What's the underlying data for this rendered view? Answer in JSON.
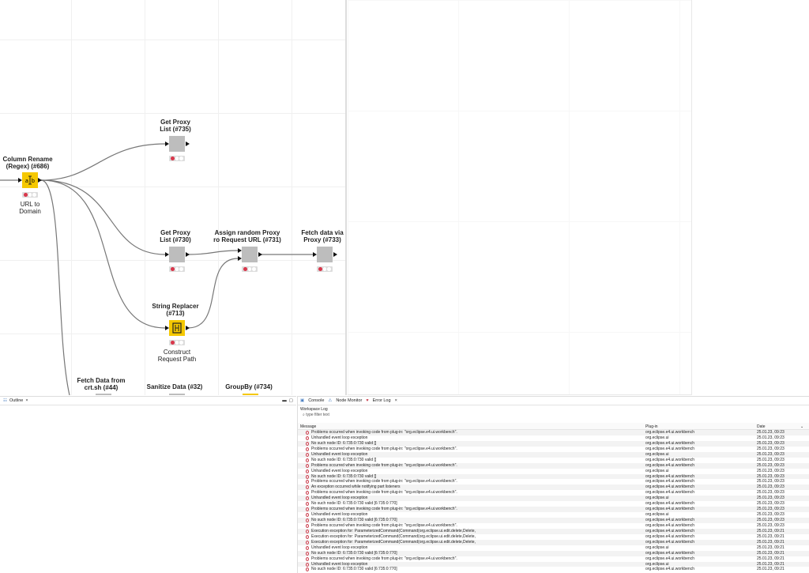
{
  "workflow": {
    "nodes": [
      {
        "id": "column-rename",
        "title": [
          "Column Rename",
          "(Regex) (#686)"
        ],
        "subtitle": [
          "URL to",
          "Domain"
        ],
        "color": "#f5c800",
        "icon": "column-rename-icon"
      },
      {
        "id": "get-proxy-735",
        "title": [
          "Get Proxy",
          "List (#735)"
        ],
        "color": "#bdbdbd"
      },
      {
        "id": "get-proxy-730",
        "title": [
          "Get Proxy",
          "List (#730)"
        ],
        "color": "#bdbdbd"
      },
      {
        "id": "assign-proxy",
        "title": [
          "Assign random Proxy",
          "ro Request URL (#731)"
        ],
        "color": "#bdbdbd"
      },
      {
        "id": "fetch-proxy",
        "title": [
          "Fetch data via",
          "Proxy (#733)"
        ],
        "color": "#bdbdbd"
      },
      {
        "id": "string-replacer",
        "title": [
          "String Replacer",
          "(#713)"
        ],
        "subtitle": [
          "Construct",
          "Request Path"
        ],
        "color": "#f5c800",
        "icon": "string-replacer-icon"
      },
      {
        "id": "fetch-crt",
        "title": [
          "Fetch Data from",
          "crt.sh (#44)"
        ],
        "color": "#bdbdbd"
      },
      {
        "id": "sanitize",
        "title": [
          "Sanitize Data (#32)"
        ],
        "color": "#bdbdbd"
      },
      {
        "id": "groupby",
        "title": [
          "GroupBy (#734)"
        ],
        "color": "#f5c800"
      }
    ],
    "status_colors": {
      "red": "#d9374b",
      "off": "#ffffff"
    }
  },
  "outline": {
    "tab": "Outline"
  },
  "errorlog": {
    "tabs": [
      "Console",
      "Node Monitor",
      "Error Log"
    ],
    "workspace_label": "Workspace Log",
    "filter_placeholder": "type filter text",
    "columns": [
      "Message",
      "Plug-in",
      "Date"
    ],
    "rows": [
      [
        "Problems occurred when invoking code from plug-in: \"org.eclipse.e4.ui.workbench\".",
        "org.eclipse.e4.ui.workbench",
        "25.01.23, 09:23"
      ],
      [
        "Unhandled event loop exception",
        "org.eclipse.ui",
        "25.01.23, 09:23"
      ],
      [
        "No such node ID: 6:735:0:730 valid []",
        "org.eclipse.e4.ui.workbench",
        "25.01.23, 09:23"
      ],
      [
        "Problems occurred when invoking code from plug-in: \"org.eclipse.e4.ui.workbench\".",
        "org.eclipse.e4.ui.workbench",
        "25.01.23, 09:23"
      ],
      [
        "Unhandled event loop exception",
        "org.eclipse.ui",
        "25.01.23, 09:23"
      ],
      [
        "No such node ID: 6:735:0:730 valid []",
        "org.eclipse.e4.ui.workbench",
        "25.01.23, 09:23"
      ],
      [
        "Problems occurred when invoking code from plug-in: \"org.eclipse.e4.ui.workbench\".",
        "org.eclipse.e4.ui.workbench",
        "25.01.23, 09:23"
      ],
      [
        "Unhandled event loop exception",
        "org.eclipse.ui",
        "25.01.23, 09:23"
      ],
      [
        "No such node ID: 6:735:0:730 valid []",
        "org.eclipse.e4.ui.workbench",
        "25.01.23, 09:23"
      ],
      [
        "Problems occurred when invoking code from plug-in: \"org.eclipse.e4.ui.workbench\".",
        "org.eclipse.e4.ui.workbench",
        "25.01.23, 09:23"
      ],
      [
        "An exception occurred while notifying part listeners",
        "org.eclipse.e4.ui.workbench",
        "25.01.23, 09:23"
      ],
      [
        "Problems occurred when invoking code from plug-in: \"org.eclipse.e4.ui.workbench\".",
        "org.eclipse.e4.ui.workbench",
        "25.01.23, 09:23"
      ],
      [
        "Unhandled event loop exception",
        "org.eclipse.ui",
        "25.01.23, 09:23"
      ],
      [
        "No such node ID: 6:735:0:730 valid [6:735:0:770]",
        "org.eclipse.e4.ui.workbench",
        "25.01.23, 09:23"
      ],
      [
        "Problems occurred when invoking code from plug-in: \"org.eclipse.e4.ui.workbench\".",
        "org.eclipse.e4.ui.workbench",
        "25.01.23, 09:23"
      ],
      [
        "Unhandled event loop exception",
        "org.eclipse.ui",
        "25.01.23, 09:23"
      ],
      [
        "No such node ID: 6:735:0:730 valid [6:735:0:770]",
        "org.eclipse.e4.ui.workbench",
        "25.01.23, 09:23"
      ],
      [
        "Problems occurred when invoking code from plug-in: \"org.eclipse.e4.ui.workbench\".",
        "org.eclipse.e4.ui.workbench",
        "25.01.23, 09:23"
      ],
      [
        "Execution exception for: ParameterizedCommand(Command(org.eclipse.ui.edit.delete,Delete,",
        "org.eclipse.e4.ui.workbench",
        "25.01.23, 09:21"
      ],
      [
        "Execution exception for: ParameterizedCommand(Command(org.eclipse.ui.edit.delete,Delete,",
        "org.eclipse.e4.ui.workbench",
        "25.01.23, 09:21"
      ],
      [
        "Execution exception for: ParameterizedCommand(Command(org.eclipse.ui.edit.delete,Delete,",
        "org.eclipse.e4.ui.workbench",
        "25.01.23, 09:21"
      ],
      [
        "Unhandled event loop exception",
        "org.eclipse.ui",
        "25.01.23, 09:21"
      ],
      [
        "No such node ID: 6:735:0:730 valid [6:735:0:770]",
        "org.eclipse.e4.ui.workbench",
        "25.01.23, 09:21"
      ],
      [
        "Problems occurred when invoking code from plug-in: \"org.eclipse.e4.ui.workbench\".",
        "org.eclipse.e4.ui.workbench",
        "25.01.23, 09:21"
      ],
      [
        "Unhandled event loop exception",
        "org.eclipse.ui",
        "25.01.23, 09:21"
      ],
      [
        "No such node ID: 6:735:0:730 valid [6:735:0:770]",
        "org.eclipse.e4.ui.workbench",
        "25.01.23, 09:21"
      ]
    ],
    "error_icon": "error-icon",
    "error_color": "#c9404f"
  }
}
